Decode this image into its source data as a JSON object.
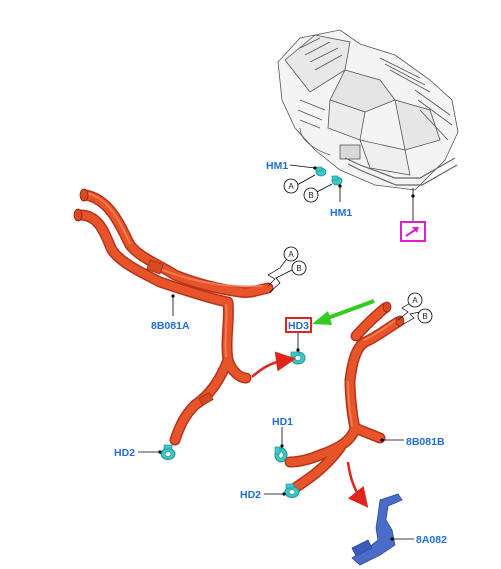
{
  "diagram": {
    "callouts": {
      "hm1_top": "HM1",
      "hm1_bottom": "HM1",
      "hd3": "HD3",
      "pipe_upper": "8B081A",
      "hd2_left": "HD2",
      "hd1": "HD1",
      "pipe_lower": "8B081B",
      "hd2_right": "HD2",
      "bracket": "8A082"
    },
    "connectors": {
      "a": "A",
      "b": "B"
    },
    "colors": {
      "callout_text": "#1f6fd6",
      "pipe_fill": "#e8542a",
      "pipe_dark": "#b8321a",
      "clamp": "#3cc8c8",
      "bracket": "#4a6cc8",
      "highlight_box": "#e0241b",
      "pointer_arrow_green": "#33cc22",
      "flow_arrow_red": "#e0241b",
      "view_box_magenta": "#e01ec8"
    },
    "icons": {
      "view_box": "zoom-arrow-icon",
      "pointer": "green-arrow-icon",
      "flow": "red-curved-arrow-icon"
    }
  }
}
